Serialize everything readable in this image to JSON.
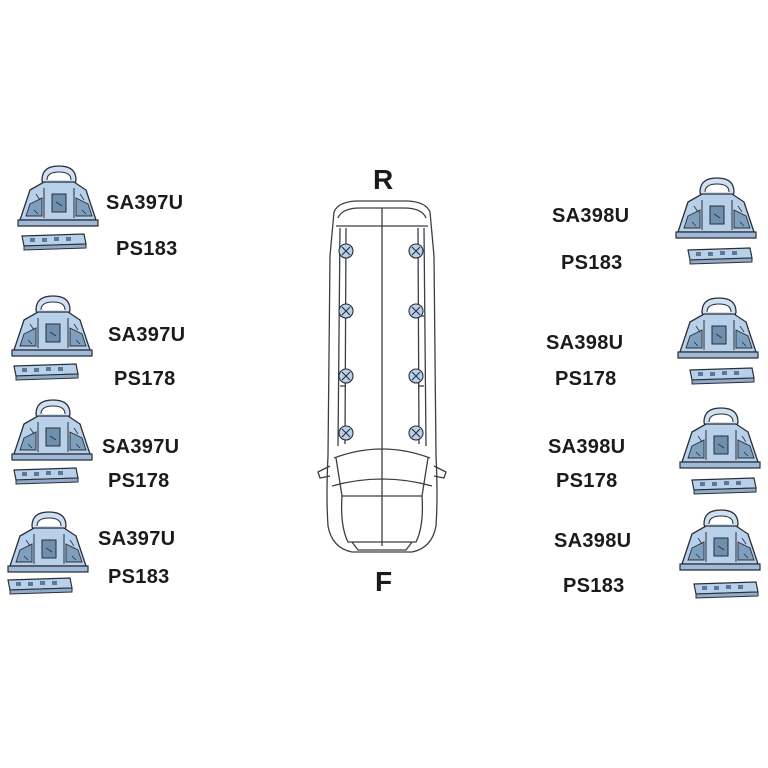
{
  "directions": {
    "rear": "R",
    "front": "F"
  },
  "left_column": [
    {
      "foot": "SA397U",
      "pad": "PS183"
    },
    {
      "foot": "SA397U",
      "pad": "PS178"
    },
    {
      "foot": "SA397U",
      "pad": "PS178"
    },
    {
      "foot": "SA397U",
      "pad": "PS183"
    }
  ],
  "right_column": [
    {
      "foot": "SA398U",
      "pad": "PS183"
    },
    {
      "foot": "SA398U",
      "pad": "PS178"
    },
    {
      "foot": "SA398U",
      "pad": "PS178"
    },
    {
      "foot": "SA398U",
      "pad": "PS183"
    }
  ],
  "colors": {
    "part_fill": "#b8d0ea",
    "part_shade": "#6f8fae",
    "outline": "#2a2f36",
    "van_line": "#3b3f45"
  }
}
